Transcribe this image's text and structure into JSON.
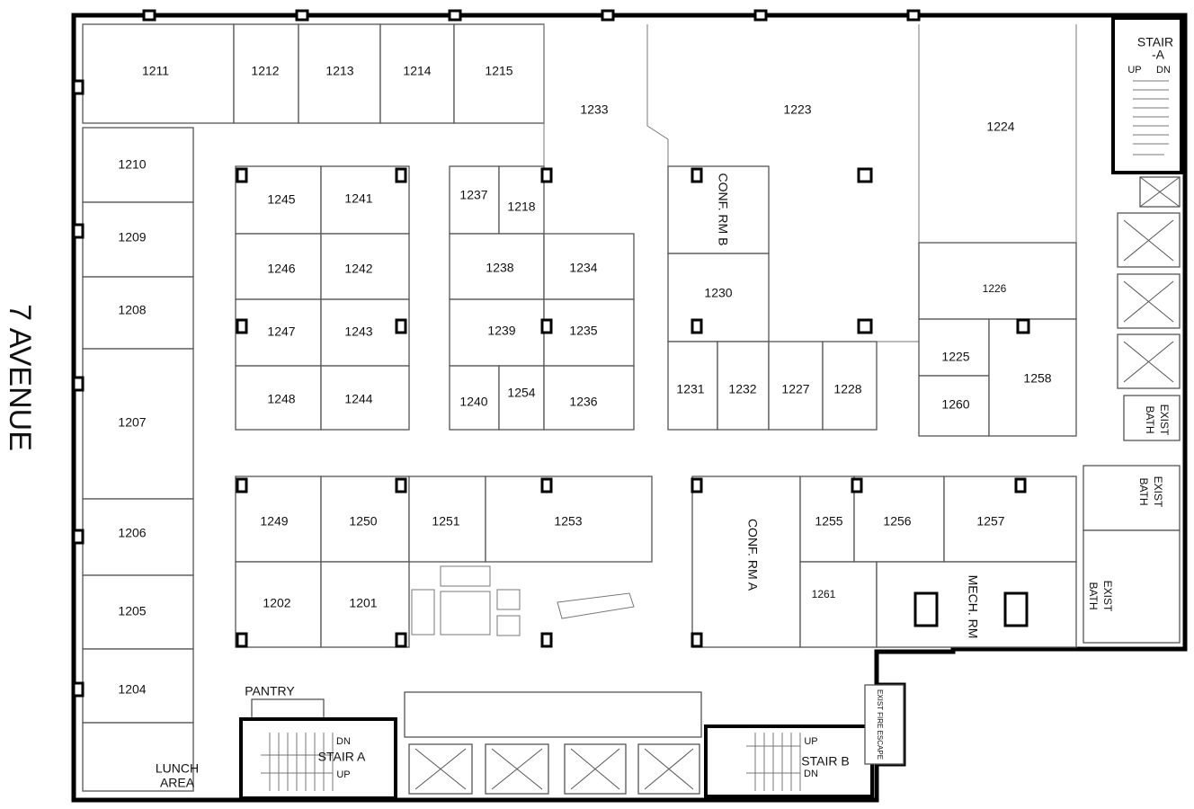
{
  "street": "7 AVENUE",
  "rooms": {
    "r1211": "1211",
    "r1212": "1212",
    "r1213": "1213",
    "r1214": "1214",
    "r1215": "1215",
    "r1233": "1233",
    "r1223": "1223",
    "r1224": "1224",
    "r1210": "1210",
    "r1209": "1209",
    "r1208": "1208",
    "r1207": "1207",
    "r1206": "1206",
    "r1205": "1205",
    "r1204": "1204",
    "r1245": "1245",
    "r1241": "1241",
    "r1246": "1246",
    "r1242": "1242",
    "r1247": "1247",
    "r1243": "1243",
    "r1248": "1248",
    "r1244": "1244",
    "r1237": "1237",
    "r1218": "1218",
    "r1238": "1238",
    "r1234": "1234",
    "r1239": "1239",
    "r1235": "1235",
    "r1240": "1240",
    "r1254": "1254",
    "r1236": "1236",
    "confb": "CONF. RM  B",
    "r1230": "1230",
    "r1231": "1231",
    "r1232": "1232",
    "r1227": "1227",
    "r1228": "1228",
    "r1226": "1226",
    "r1225": "1225",
    "r1260": "1260",
    "r1258": "1258",
    "r1249": "1249",
    "r1250": "1250",
    "r1251": "1251",
    "r1253": "1253",
    "r1202": "1202",
    "r1201": "1201",
    "confa": "CONF. RM  A",
    "r1255": "1255",
    "r1256": "1256",
    "r1257": "1257",
    "r1261": "1261",
    "mech": "MECH. RM",
    "pantry": "PANTRY",
    "lunch1": "LUNCH",
    "lunch2": "AREA"
  },
  "stairs": {
    "stair_a_top1": "STAIR",
    "stair_a_top2": "-A",
    "stair_a_up": "UP",
    "stair_a_dn": "DN",
    "stair_a": "STAIR A",
    "stair_a_bdn": "DN",
    "stair_a_bup": "UP",
    "stair_b": "STAIR B",
    "stair_b_up": "UP",
    "stair_b_dn": "DN"
  },
  "baths": {
    "exist": "EXIST",
    "bath": "BATH"
  },
  "fire_escape": "EXIST FIRE ESCAPE"
}
